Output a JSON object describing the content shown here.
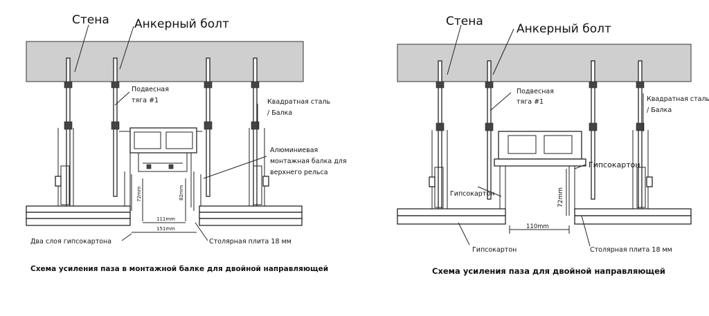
{
  "left": {
    "wall": "Стена",
    "anchor_bolt": "Анкерный болт",
    "rod": [
      "Подвесная",
      "тяга #1"
    ],
    "square_steel": [
      "Квадратная сталь",
      "/ Балка"
    ],
    "alu_beam": [
      "Алюминиевая",
      "монтажная балка для",
      "верхнего рельса"
    ],
    "dim_72": "72mm",
    "dim_82": "82mm",
    "dim_111": "111mm",
    "dim_151": "151mm",
    "two_layers": "Два слоя гипсокартона",
    "plywood": "Столярная плита 18 мм",
    "caption": "Схема усиления паза в монтажной балке для двойной направляющей"
  },
  "right": {
    "wall": "Стена",
    "anchor_bolt": "Анкерный болт",
    "rod": [
      "Подвесная",
      "тяга #1"
    ],
    "square_steel": [
      "Квадратная сталь",
      "/ Балка"
    ],
    "gypsum_right": "Гипсокартон",
    "gypsum_left": "Гипсокартон",
    "gypsum_bottom": "Гипсокартон",
    "dim_72": "72mm",
    "dim_110": "110mm",
    "plywood": "Столярная плита 18 мм",
    "caption": "Схема усиления паза для двойной направляющей"
  }
}
